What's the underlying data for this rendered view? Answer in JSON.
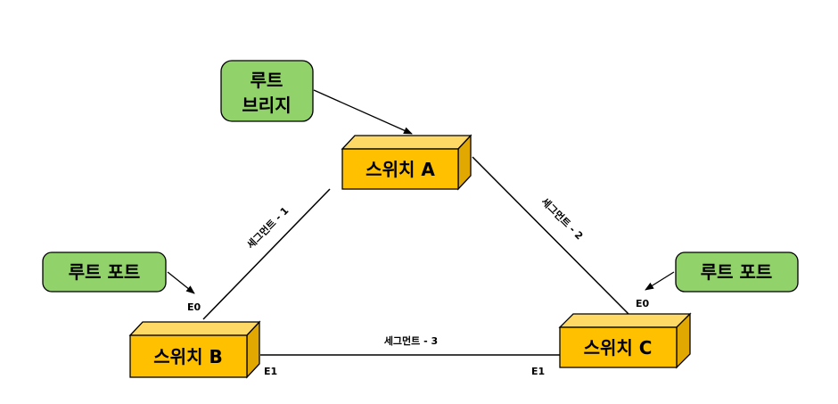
{
  "switches": {
    "a": {
      "label": "스위치 A"
    },
    "b": {
      "label": "스위치 B"
    },
    "c": {
      "label": "스위치 C"
    }
  },
  "notes": {
    "root_bridge": {
      "line1": "루트",
      "line2": "브리지"
    },
    "root_port_left": {
      "label": "루트 포트"
    },
    "root_port_right": {
      "label": "루트 포트"
    }
  },
  "segments": {
    "s1": "세그먼트 - 1",
    "s2": "세그먼트 - 2",
    "s3": "세그먼트 - 3"
  },
  "ports": {
    "b_e0": "E0",
    "b_e1": "E1",
    "c_e0": "E0",
    "c_e1": "E1"
  },
  "colors": {
    "switch_front": "#FFC000",
    "switch_top": "#FFD966",
    "switch_side": "#E0A800",
    "note_fill": "#92D26A",
    "line": "#000000"
  }
}
